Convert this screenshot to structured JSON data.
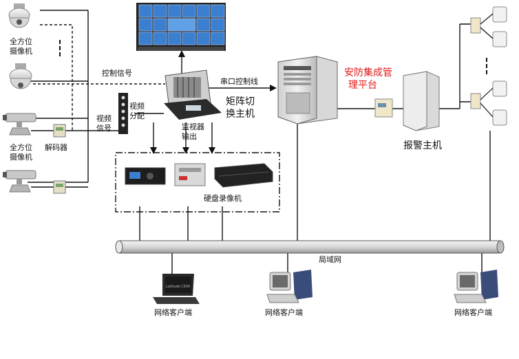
{
  "labels": {
    "dome_camera": [
      "全方位",
      "摄像机"
    ],
    "ptz_camera": [
      "全方位",
      "摄像机"
    ],
    "decoder": "解码器",
    "control_signal": "控制信号",
    "video_signal": [
      "视频",
      "信号"
    ],
    "video_distribution": [
      "视频",
      "分配"
    ],
    "serial_control_line": "串口控制线",
    "matrix_switcher": [
      "矩阵切",
      "换主机"
    ],
    "monitor_output": [
      "监视器",
      "输出"
    ],
    "dvr": "硬盘录像机",
    "platform": [
      "安防集成管",
      "理平台"
    ],
    "alarm_host": "报警主机",
    "lan": "局域网",
    "client_1": "网络客户端",
    "client_2": "网络客户端",
    "client_3": "网络客户端",
    "laptop_brand": "Latitude C500"
  },
  "colors": {
    "platform_text": "#e01818",
    "line": "#111111",
    "monitor_wall": "#2a3f66",
    "screen": "#3b7fd1"
  }
}
